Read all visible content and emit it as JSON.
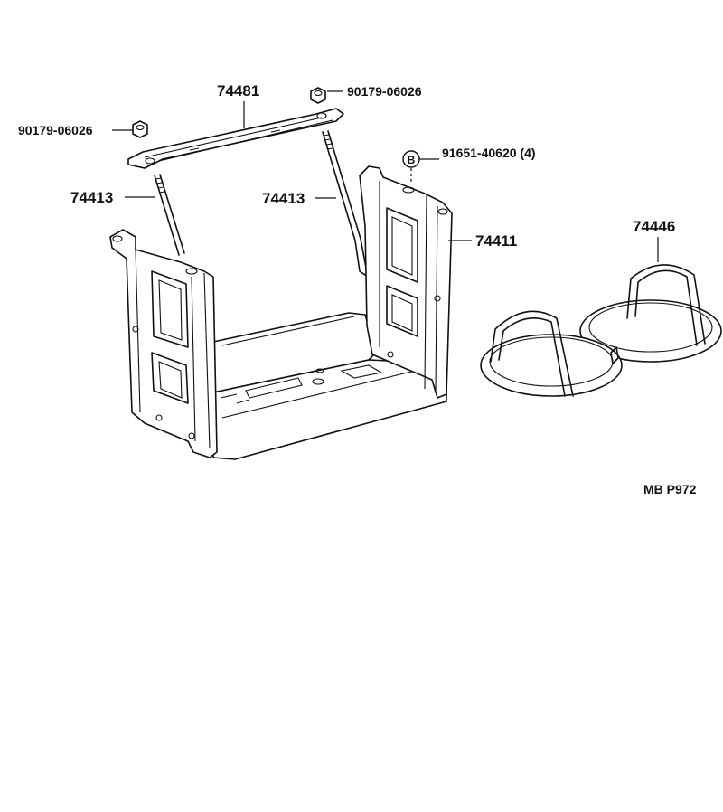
{
  "diagram": {
    "labels": {
      "tie_bar": "74481",
      "nut_right": "90179-06026",
      "nut_left": "90179-06026",
      "rod_left": "74413",
      "rod_right": "74413",
      "bolt": "91651-40620 (4)",
      "bolt_symbol": "B",
      "tray": "74411",
      "covers": "74446"
    },
    "code": "MB  P972"
  }
}
